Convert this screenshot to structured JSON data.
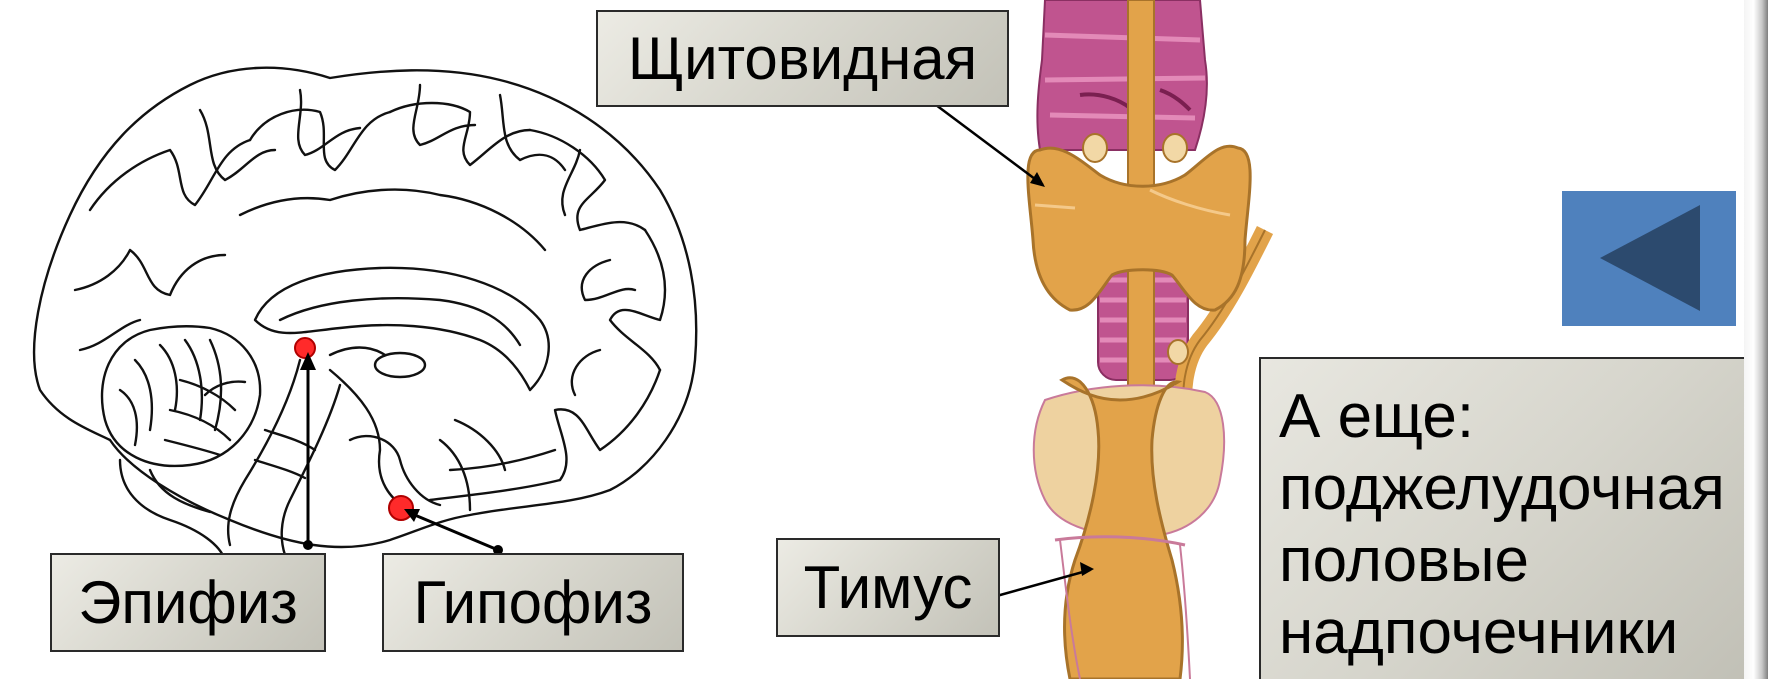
{
  "labels": {
    "thyroid": "Щитовидная",
    "pineal": "Эпифиз",
    "pituitary": "Гипофиз",
    "thymus": "Тимус"
  },
  "info_box": {
    "lines": [
      "А еще:",
      "поджелудочная",
      "половые",
      "надпочечники"
    ]
  },
  "nav": {
    "back_icon": "triangle-left-icon"
  },
  "colors": {
    "label_bg": "#d9d8cf",
    "button_bg": "#4f81bd",
    "button_arrow": "#2c4a6e",
    "gland": "#e2a34a",
    "trachea": "#c0548f",
    "highlight": "#ff2a2a"
  }
}
